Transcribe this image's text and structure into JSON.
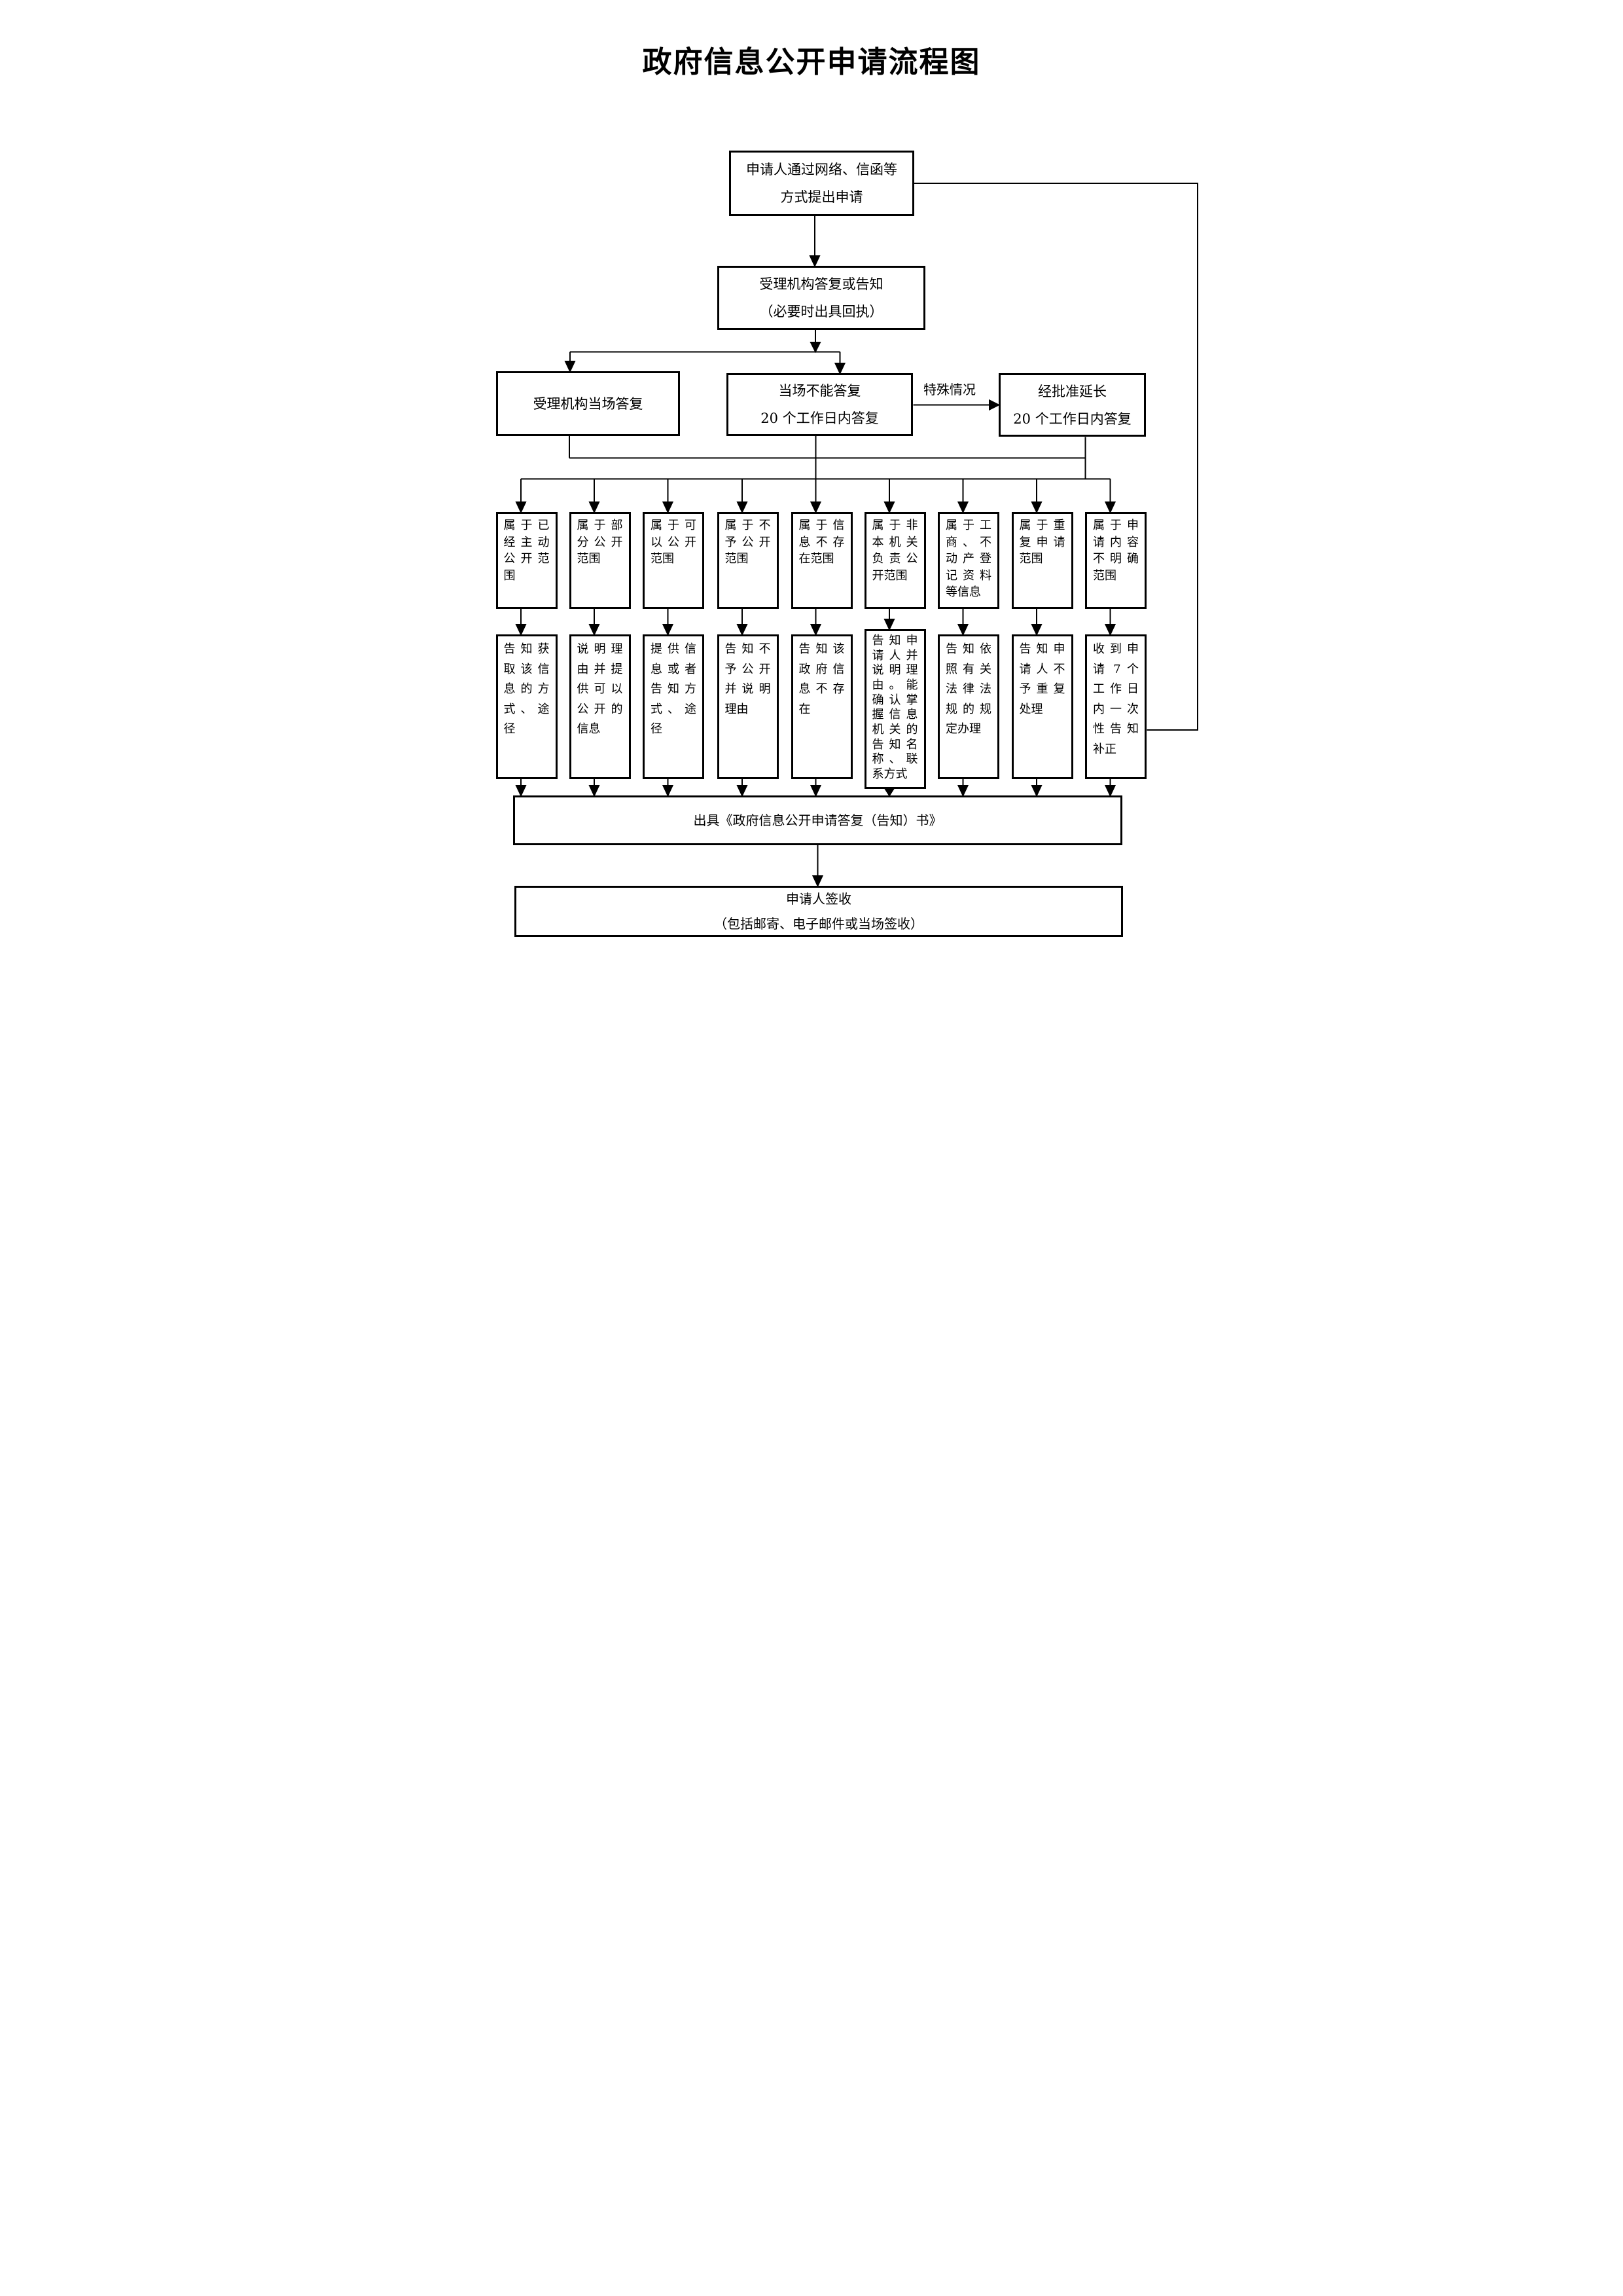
{
  "title": "政府信息公开申请流程图",
  "labels": {
    "special_case": "特殊情况"
  },
  "nodes": {
    "apply": {
      "line1": "申请人通过网络、信函等",
      "line2": "方式提出申请"
    },
    "reply": {
      "line1": "受理机构答复或告知",
      "line2": "（必要时出具回执）"
    },
    "onspot": {
      "line1": "受理机构当场答复"
    },
    "within20": {
      "line1": "当场不能答复",
      "line2": "20 个工作日内答复"
    },
    "extended": {
      "line1": "经批准延长",
      "line2": "20 个工作日内答复"
    },
    "issue": {
      "line1": "出具《政府信息公开申请答复（告知）书》"
    },
    "sign": {
      "line1": "申请人签收",
      "line2": "（包括邮寄、电子邮件或当场签收）"
    }
  },
  "columns": [
    {
      "category": "属于已经主动公开范围",
      "action": "告知获取该信息的方式、途径"
    },
    {
      "category": "属于部分公开范围",
      "action": "说明理由并提供可以公开的信息"
    },
    {
      "category": "属于可以公开范围",
      "action": "提供信息或者告知方式、途径"
    },
    {
      "category": "属于不予公开范围",
      "action": "告知不予公开并说明理由"
    },
    {
      "category": "属于信息不存在范围",
      "action": "告知该政府信息不存在"
    },
    {
      "category": "属于非本机关负责公开范围",
      "action": "告知申请人并说明理由。能确认掌握信息机关的告知名称、联系方式"
    },
    {
      "category": "属于工商、不动产登记资料等信息",
      "action": "告知依照有关法律法规的规定办理"
    },
    {
      "category": "属于重复申请范围",
      "action": "告知申请人不予重复处理"
    },
    {
      "category": "属于申请内容不明确范围",
      "action": "收到申请 7 个工作日内一次性告知补正"
    }
  ]
}
